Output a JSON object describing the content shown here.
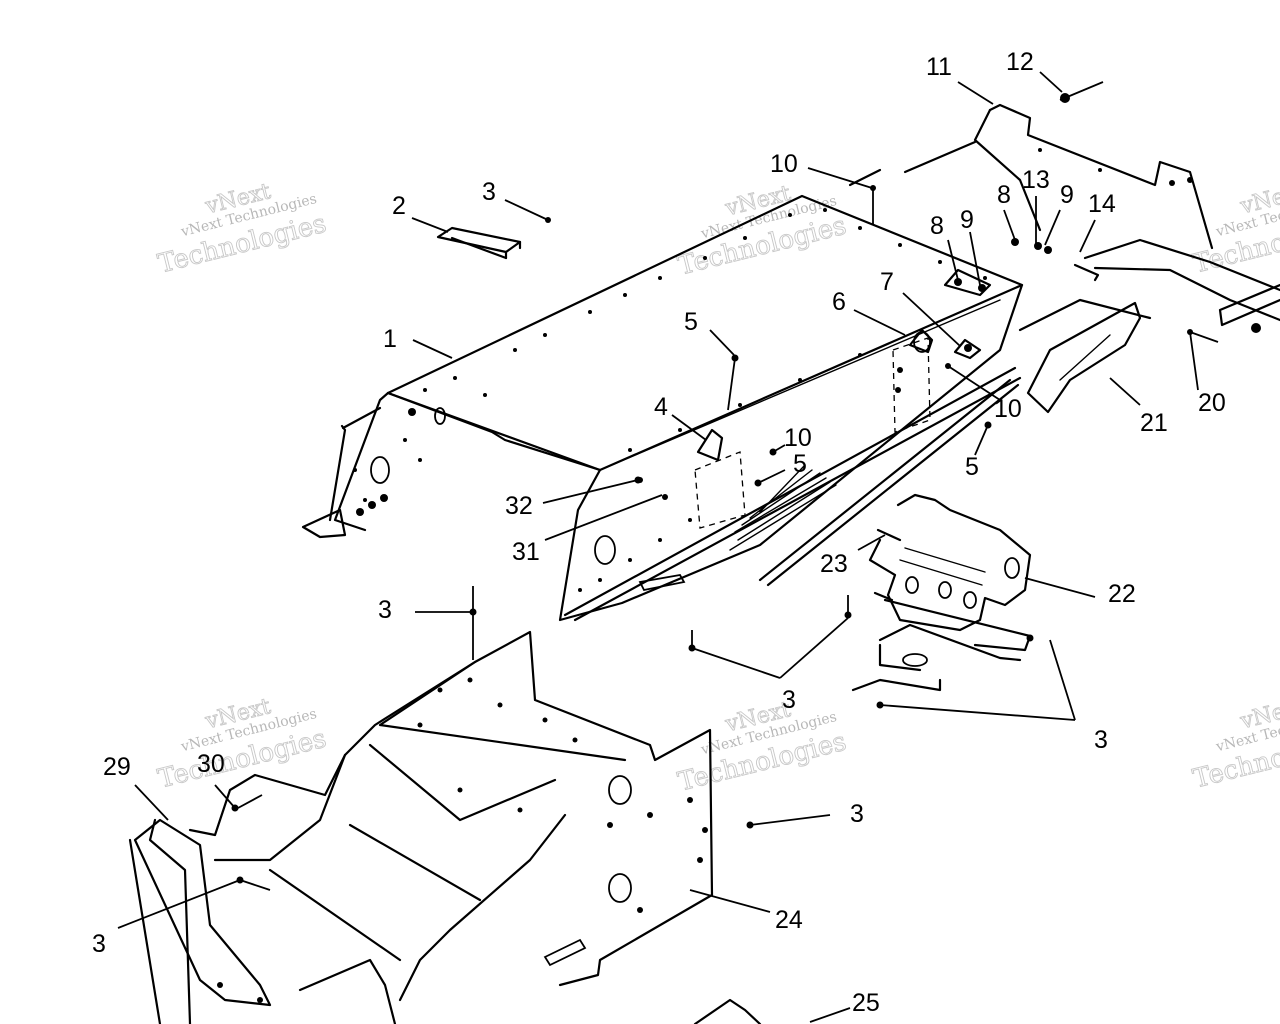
{
  "diagram": {
    "callouts": [
      {
        "id": "c1",
        "text": "1"
      },
      {
        "id": "c2",
        "text": "2"
      },
      {
        "id": "c3a",
        "text": "3"
      },
      {
        "id": "c3b",
        "text": "3"
      },
      {
        "id": "c3c",
        "text": "3"
      },
      {
        "id": "c3d",
        "text": "3"
      },
      {
        "id": "c3e",
        "text": "3"
      },
      {
        "id": "c3f",
        "text": "3"
      },
      {
        "id": "c4",
        "text": "4"
      },
      {
        "id": "c5a",
        "text": "5"
      },
      {
        "id": "c5b",
        "text": "5"
      },
      {
        "id": "c5c",
        "text": "5"
      },
      {
        "id": "c6",
        "text": "6"
      },
      {
        "id": "c7",
        "text": "7"
      },
      {
        "id": "c8a",
        "text": "8"
      },
      {
        "id": "c8b",
        "text": "8"
      },
      {
        "id": "c9a",
        "text": "9"
      },
      {
        "id": "c9b",
        "text": "9"
      },
      {
        "id": "c10a",
        "text": "10"
      },
      {
        "id": "c10b",
        "text": "10"
      },
      {
        "id": "c10c",
        "text": "10"
      },
      {
        "id": "c11",
        "text": "11"
      },
      {
        "id": "c12",
        "text": "12"
      },
      {
        "id": "c13",
        "text": "13"
      },
      {
        "id": "c14",
        "text": "14"
      },
      {
        "id": "c20",
        "text": "20"
      },
      {
        "id": "c21",
        "text": "21"
      },
      {
        "id": "c22",
        "text": "22"
      },
      {
        "id": "c23",
        "text": "23"
      },
      {
        "id": "c24",
        "text": "24"
      },
      {
        "id": "c25",
        "text": "25"
      },
      {
        "id": "c29",
        "text": "29"
      },
      {
        "id": "c30",
        "text": "30"
      },
      {
        "id": "c31",
        "text": "31"
      },
      {
        "id": "c32",
        "text": "32"
      }
    ]
  },
  "watermark": {
    "line1": "vNext Technologies",
    "line2": "vNext",
    "line3": "Technologies"
  }
}
